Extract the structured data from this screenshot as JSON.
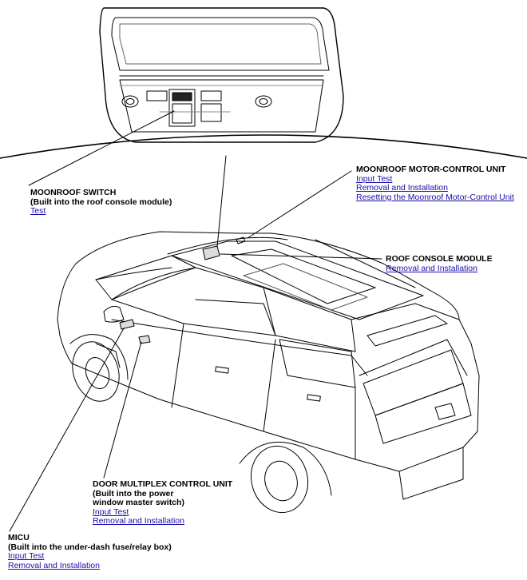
{
  "callouts": {
    "moonroof_switch": {
      "title": "MOONROOF SWITCH",
      "note": "(Built into the roof console module)",
      "links": [
        "Test"
      ]
    },
    "motor_control_unit": {
      "title": "MOONROOF MOTOR-CONTROL UNIT",
      "links": [
        "Input Test",
        "Removal and Installation",
        "Resetting the Moonroof Motor-Control Unit"
      ]
    },
    "roof_console_module": {
      "title": "ROOF CONSOLE MODULE",
      "links": [
        "Removal and Installation"
      ]
    },
    "door_multiplex": {
      "title": "DOOR MULTIPLEX CONTROL UNIT",
      "note_line1": "(Built into the power",
      "note_line2": "window master switch)",
      "links": [
        "Input Test",
        "Removal and Installation"
      ]
    },
    "micu": {
      "title": "MICU",
      "note": "(Built into the under-dash fuse/relay box)",
      "links": [
        "Input Test",
        "Removal and Installation"
      ]
    }
  },
  "colors": {
    "link": "#1a0dab",
    "line": "#000000"
  }
}
